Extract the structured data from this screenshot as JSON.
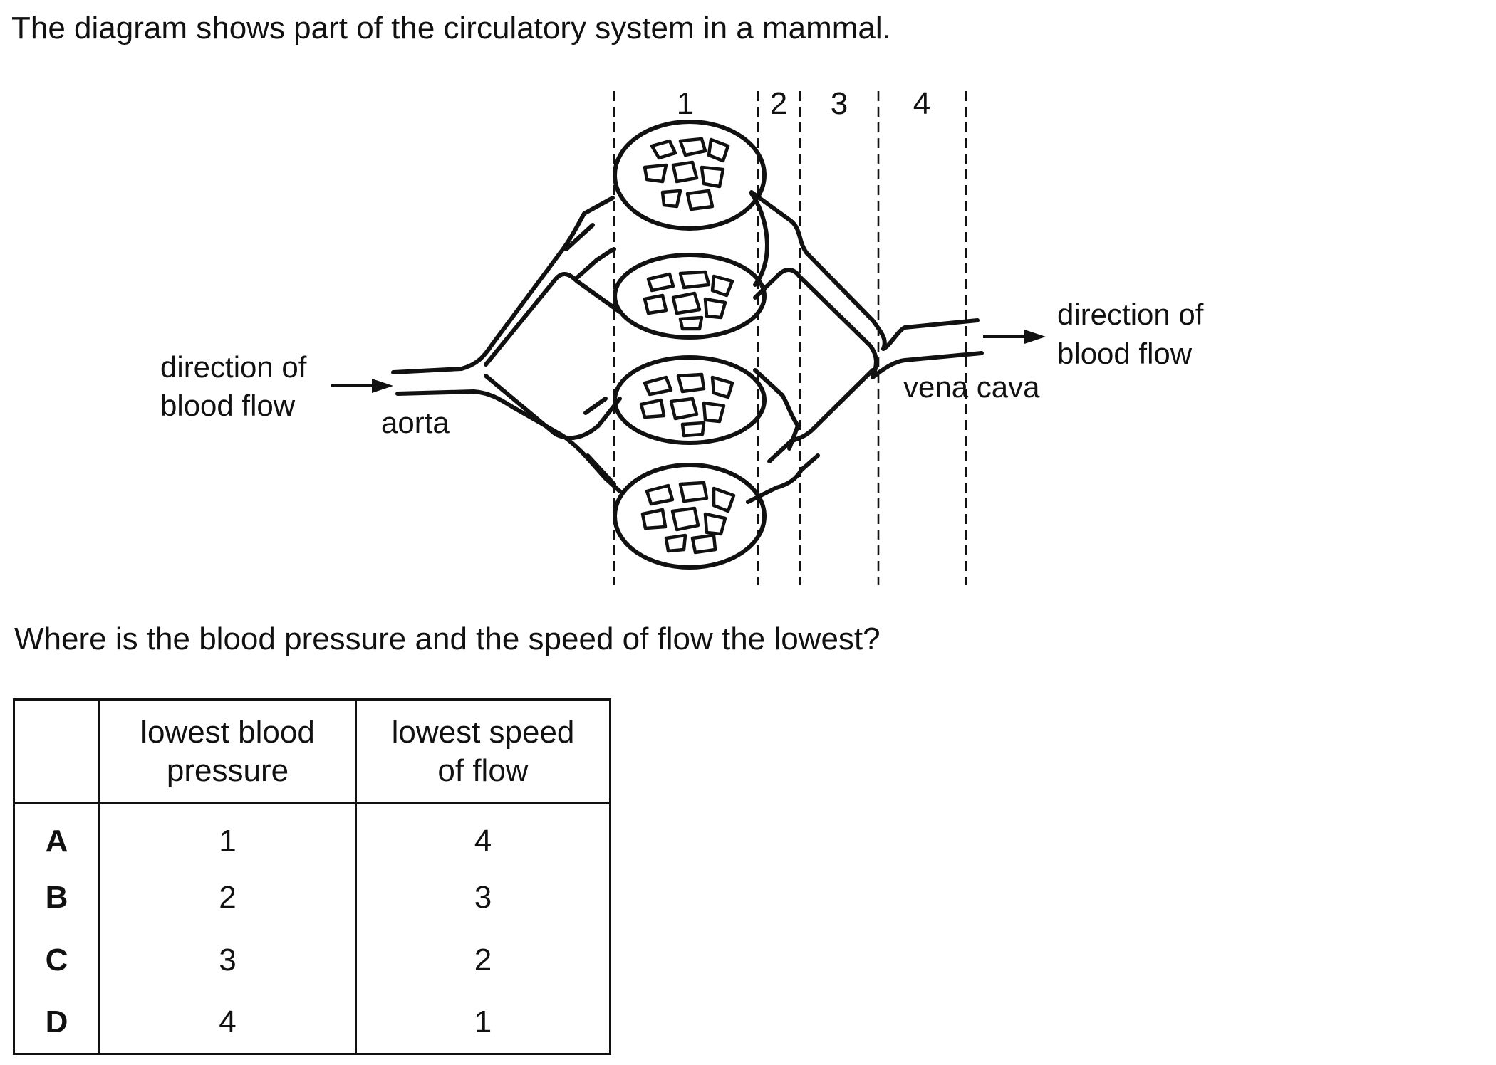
{
  "intro_text": "The diagram shows part of the circulatory system in a mammal.",
  "question_text": "Where is the blood pressure and the speed of flow the lowest?",
  "diagram": {
    "region_labels": [
      "1",
      "2",
      "3",
      "4"
    ],
    "left_flow_label_line1": "direction of",
    "left_flow_label_line2": "blood flow",
    "aorta_label": "aorta",
    "vena_cava_label": "vena cava",
    "right_flow_label_line1": "direction of",
    "right_flow_label_line2": "blood flow"
  },
  "table": {
    "headers": [
      "",
      "lowest blood pressure",
      "lowest speed of flow"
    ],
    "header_lines": {
      "col1_line1": "lowest blood",
      "col1_line2": "pressure",
      "col2_line1": "lowest speed",
      "col2_line2": "of flow"
    },
    "rows": [
      {
        "option": "A",
        "blood_pressure": "1",
        "speed": "4"
      },
      {
        "option": "B",
        "blood_pressure": "2",
        "speed": "3"
      },
      {
        "option": "C",
        "blood_pressure": "3",
        "speed": "2"
      },
      {
        "option": "D",
        "blood_pressure": "4",
        "speed": "1"
      }
    ]
  }
}
